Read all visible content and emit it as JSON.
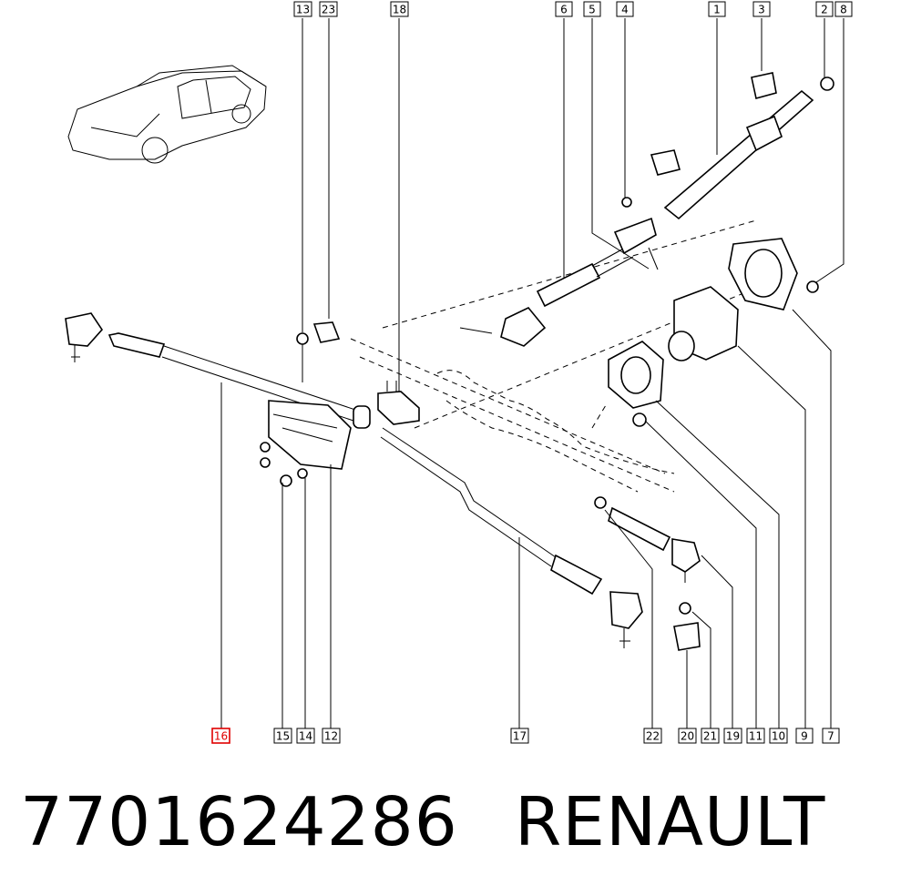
{
  "callouts": [
    {
      "label": "13"
    },
    {
      "label": "23"
    },
    {
      "label": "18"
    },
    {
      "label": "6"
    },
    {
      "label": "5"
    },
    {
      "label": "4"
    },
    {
      "label": "1"
    },
    {
      "label": "3"
    },
    {
      "label": "2"
    },
    {
      "label": "8"
    },
    {
      "label": "16",
      "highlight": true
    },
    {
      "label": "15"
    },
    {
      "label": "14"
    },
    {
      "label": "12"
    },
    {
      "label": "17"
    },
    {
      "label": "22"
    },
    {
      "label": "20"
    },
    {
      "label": "21"
    },
    {
      "label": "19"
    },
    {
      "label": "11"
    },
    {
      "label": "10"
    },
    {
      "label": "9"
    },
    {
      "label": "7"
    }
  ],
  "highlight_color": "#e00000",
  "footer": {
    "part_number": "7701624286",
    "brand": "RENAULT"
  }
}
